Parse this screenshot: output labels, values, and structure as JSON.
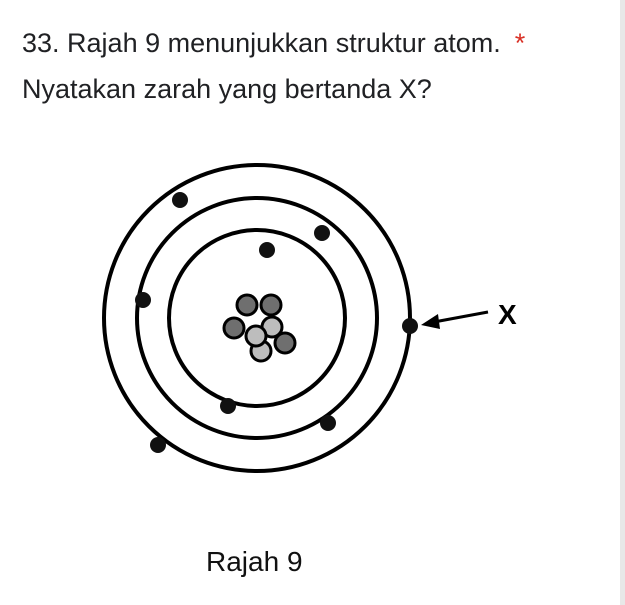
{
  "question": {
    "number_and_text": "33. Rajah 9 menunjukkan struktur atom.",
    "required_marker": "*",
    "prompt": "Nyatakan zarah yang bertanda X?"
  },
  "figure": {
    "label_x": "X",
    "caption": "Rajah 9",
    "diagram": "atom-structure",
    "colors": {
      "line": "#000000",
      "electron": "#111111",
      "proton": "#6f6f6f",
      "neutron": "#bdbdbd"
    }
  }
}
